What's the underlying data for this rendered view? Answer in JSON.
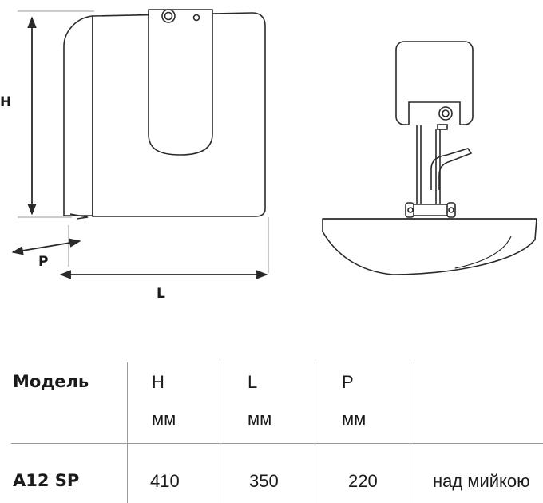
{
  "diagram": {
    "dimension_labels": {
      "height": "H",
      "length": "L",
      "depth": "P"
    }
  },
  "table": {
    "header": {
      "model": "Модель",
      "columns": [
        {
          "symbol": "H",
          "unit": "мм"
        },
        {
          "symbol": "L",
          "unit": "мм"
        },
        {
          "symbol": "P",
          "unit": "мм"
        }
      ]
    },
    "rows": [
      {
        "model": "A12 SP",
        "h": "410",
        "l": "350",
        "p": "220",
        "note": "над мийкою"
      }
    ]
  }
}
